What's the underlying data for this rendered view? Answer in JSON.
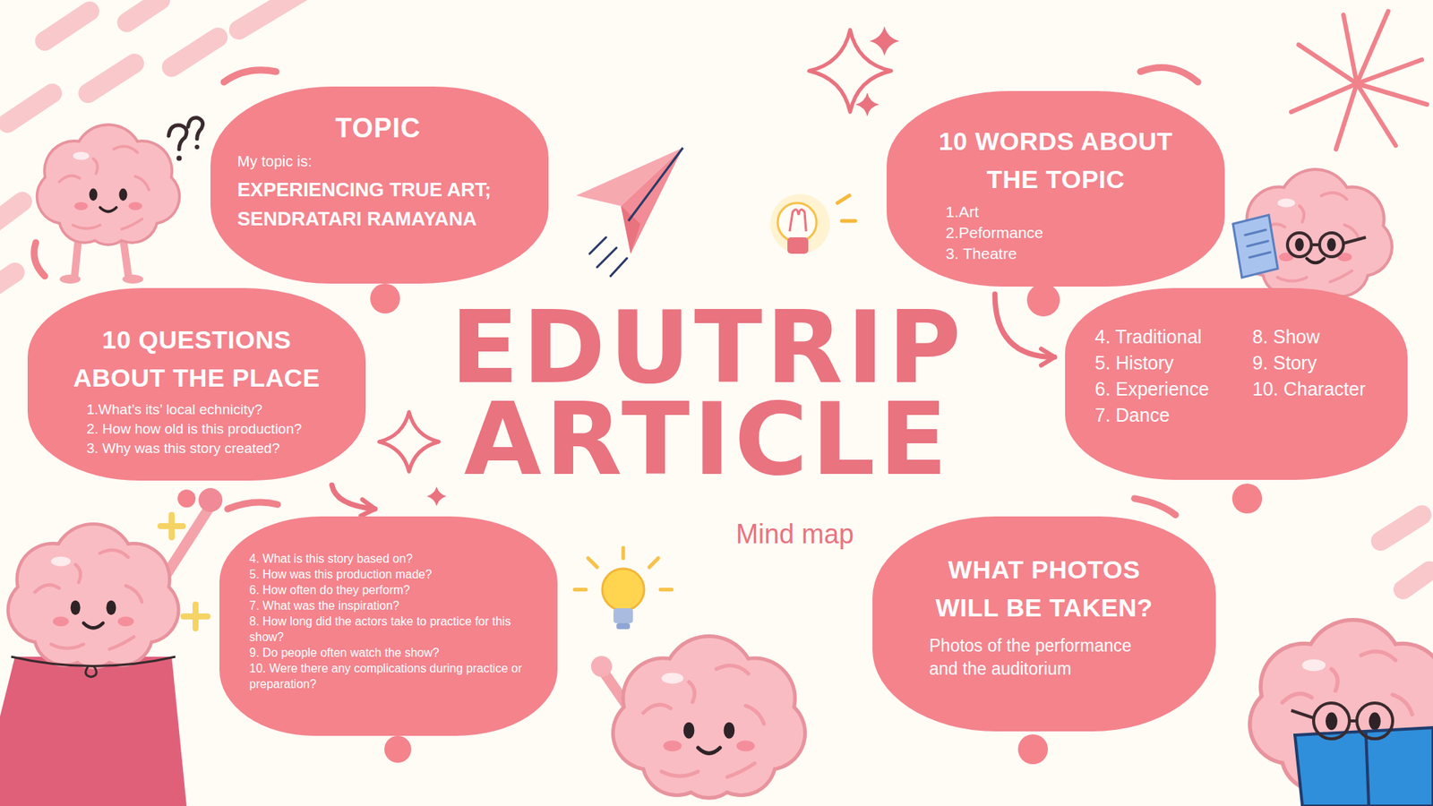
{
  "diagram": {
    "title": "EDUTRIP ARTICLE",
    "caption": "Mind map",
    "nodes": [
      {
        "text": [
          "TOPIC",
          "My topic is:",
          "EXPERIENCING TRUE ART; SENDRATARI RAMAYANA"
        ]
      },
      {
        "text": [
          "10 WORDS ABOUT THE TOPIC",
          "1.Art",
          "2.Peformance",
          "3. Theatre"
        ]
      },
      {
        "text": [
          "4. Traditional",
          "5. History",
          "6. Experience",
          "7. Dance",
          "8. Show",
          "9. Story",
          "10. Character"
        ]
      },
      {
        "text": [
          "10 QUESTIONS ABOUT THE PLACE",
          "1.What’s its’ local echnicity?",
          "2. How how old is this production?",
          "3. Why was this story created?"
        ]
      },
      {
        "text": [
          "4. What is this story based on?",
          "5. How was this production made?",
          "6. How often do they perform?",
          "7. What was the inspiration?",
          "8. How long did the actors take to practice for this show?",
          "9. Do people often watch the show?",
          "10. Were there any complications during practice or preparation?"
        ]
      },
      {
        "text": [
          "WHAT PHOTOS WILL BE TAKEN?",
          "Photos of the performance and the auditorium"
        ]
      }
    ],
    "edges": [
      {
        "from": 1,
        "to": 2,
        "arrow": "to"
      },
      {
        "from": 3,
        "to": 4,
        "arrow": "to"
      }
    ]
  }
}
